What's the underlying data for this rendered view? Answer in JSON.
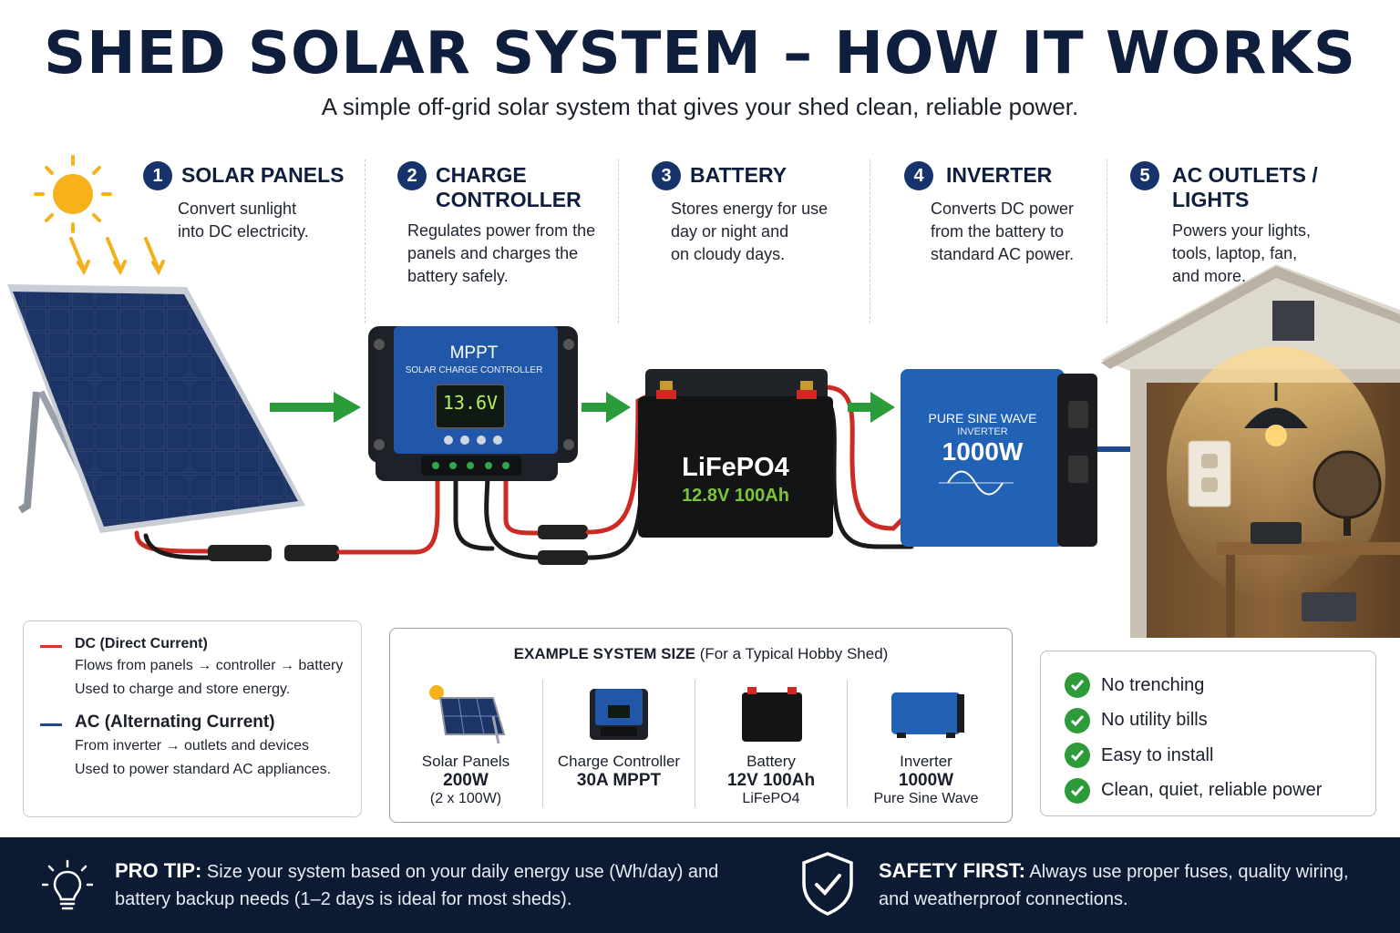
{
  "title": "SHED SOLAR SYSTEM – HOW IT WORKS",
  "subtitle": "A simple off-grid solar system that gives your shed clean, reliable power.",
  "steps": [
    {
      "num": "1",
      "title": "SOLAR PANELS",
      "desc": "Convert sunlight\ninto DC electricity."
    },
    {
      "num": "2",
      "title": "CHARGE\nCONTROLLER",
      "desc": "Regulates power from the\npanels and charges the\nbattery safely."
    },
    {
      "num": "3",
      "title": "BATTERY",
      "desc": "Stores energy for use\nday or night and\non cloudy days."
    },
    {
      "num": "4",
      "title": "INVERTER",
      "desc": "Converts DC power\nfrom the battery to\nstandard AC power."
    },
    {
      "num": "5",
      "title": "AC OUTLETS / LIGHTS",
      "desc": "Powers your lights,\ntools, laptop, fan,\nand more."
    }
  ],
  "devices": {
    "controller_brand": "MPPT",
    "controller_label": "SOLAR CHARGE CONTROLLER",
    "controller_display": "13.6V",
    "battery_chem": "LiFePO4",
    "battery_spec": "12.8V 100Ah",
    "inverter_line1": "PURE SINE WAVE",
    "inverter_line2": "INVERTER",
    "inverter_power": "1000W"
  },
  "legend": {
    "dc_title": "DC (Direct Current)",
    "dc_line1": "Flows from panels → controller → battery",
    "dc_line2": "Used to charge and store energy.",
    "ac_title": "AC (Alternating Current)",
    "ac_line1": "From inverter → outlets and devices",
    "ac_line2": "Used to power standard AC appliances.",
    "dc_color": "#d8352a",
    "ac_color": "#1f4a8c"
  },
  "example": {
    "title": "EXAMPLE SYSTEM SIZE",
    "qualifier": "(For a Typical Hobby Shed)",
    "items": [
      {
        "name": "Solar Panels",
        "spec": "200W",
        "note": "(2 x 100W)"
      },
      {
        "name": "Charge Controller",
        "spec": "30A MPPT",
        "note": ""
      },
      {
        "name": "Battery",
        "spec": "12V 100Ah",
        "note": "LiFePO4"
      },
      {
        "name": "Inverter",
        "spec": "1000W",
        "note": "Pure Sine Wave"
      }
    ]
  },
  "benefits": [
    "No trenching",
    "No utility bills",
    "Easy to install",
    "Clean, quiet, reliable power"
  ],
  "footer": {
    "pro_tip_label": "PRO TIP:",
    "pro_tip_text1": "Size your system based on your daily energy use (Wh/day) and",
    "pro_tip_text2": "battery backup needs (1–2 days is ideal for most sheds).",
    "safety_label": "SAFETY FIRST:",
    "safety_text1": "Always use proper fuses, quality wiring,",
    "safety_text2": "and weatherproof connections."
  },
  "colors": {
    "navy": "#0f1e3d",
    "flow_arrow": "#2a9d3a",
    "check": "#2e9b3a",
    "footer_bg": "#0d1a33"
  },
  "icons": [
    "sun-icon",
    "lightbulb-icon",
    "shield-check-icon",
    "check-icon"
  ]
}
